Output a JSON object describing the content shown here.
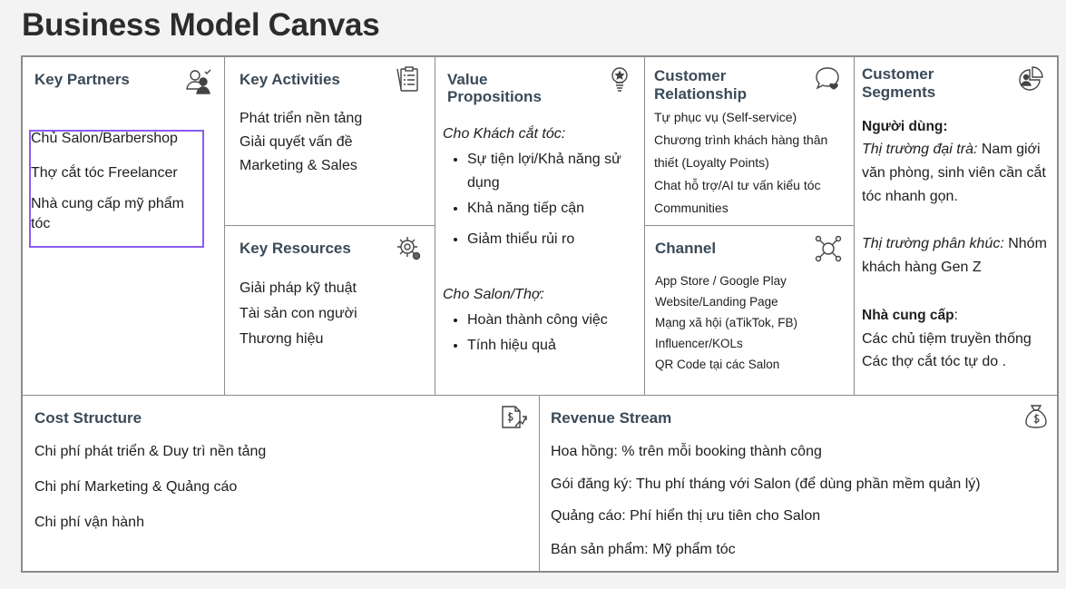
{
  "title": "Business Model Canvas",
  "sections": {
    "key_partners": {
      "heading": "Key Partners",
      "items": [
        "Chủ Salon/Barbershop",
        "Thợ cắt tóc Freelancer",
        "Nhà cung cấp mỹ phẩm",
        "tóc"
      ]
    },
    "key_activities": {
      "heading": "Key Activities",
      "items": [
        "Phát triển nền tảng",
        "Giải quyết vấn đề",
        "Marketing & Sales"
      ]
    },
    "key_resources": {
      "heading": "Key Resources",
      "items": [
        "Giải pháp kỹ thuật",
        "Tài sản con người",
        "Thương hiệu"
      ]
    },
    "value_propositions": {
      "heading_line1": "Value",
      "heading_line2": "Propositions",
      "group1_title": "Cho Khách cắt tóc:",
      "group1_items": [
        "Sự tiện lợi/Khả năng sử dụng",
        "Khả năng tiếp cận",
        "Giảm thiểu rủi ro"
      ],
      "group2_title": "Cho Salon/Thợ:",
      "group2_items": [
        "Hoàn thành công việc",
        "Tính hiệu quả"
      ]
    },
    "customer_relationship": {
      "heading_line1": "Customer",
      "heading_line2": "Relationship",
      "items": [
        "Tự phục vụ (Self-service)",
        "Chương trình khách hàng thân",
        "thiết (Loyalty Points)",
        "Chat hỗ trợ/AI tư vấn kiểu tóc",
        "Communities"
      ]
    },
    "channel": {
      "heading": "Channel",
      "items": [
        "App Store / Google Play",
        "Website/Landing Page",
        "Mạng xã hội (aTikTok, FB)",
        "Influencer/KOLs",
        "QR Code tại các Salon"
      ]
    },
    "customer_segments": {
      "heading_line1": "Customer",
      "heading_line2": "Segments",
      "users_label": "Người dùng:",
      "mass_label": "Thị trường đại trà:",
      "mass_text": " Nam giới",
      "mass_lines": [
        "văn phòng, sinh viên cần cắt",
        "tóc nhanh gọn."
      ],
      "niche_label": "Thị trường phân khúc:",
      "niche_text": " Nhóm",
      "niche_line": "khách hàng Gen Z",
      "suppliers_label": "Nhà cung cấp",
      "suppliers_colon": ":",
      "supplier_items": [
        "Các chủ tiệm truyền thống",
        "Các thợ cắt tóc tự do ."
      ]
    },
    "cost_structure": {
      "heading": "Cost Structure",
      "items": [
        "Chi phí phát triển & Duy trì nền tảng",
        "Chi phí Marketing & Quảng cáo",
        "Chi phí vận hành"
      ]
    },
    "revenue_stream": {
      "heading": "Revenue Stream",
      "items": [
        "Hoa hồng: % trên mỗi booking thành công",
        "Gói đăng ký: Thu phí tháng với Salon (để dùng phần mềm quản lý)",
        "Quảng cáo: Phí hiển thị ưu tiên cho Salon",
        "Bán sản phẩm: Mỹ phẩm tóc"
      ]
    }
  },
  "icons": {
    "key_partners": "partners-icon",
    "key_activities": "clipboard-icon",
    "value_propositions": "lightbulb-icon",
    "customer_relationship": "chat-heart-icon",
    "customer_segments": "pie-chart-icon",
    "key_resources": "gears-icon",
    "channel": "network-icon",
    "cost_structure": "cost-document-icon",
    "revenue_stream": "money-bag-icon"
  },
  "colors": {
    "heading": "#3a4a58",
    "border": "#8b8b8b",
    "selection": "#8a5cf0"
  }
}
